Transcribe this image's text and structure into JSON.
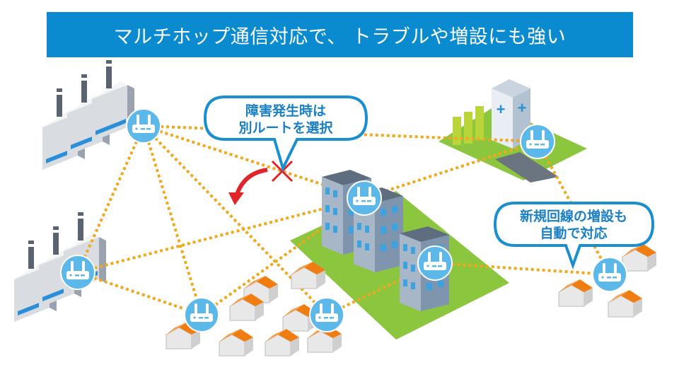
{
  "title": "マルチホップ通信対応で、 トラブルや増設にも強い",
  "callouts": {
    "failure": {
      "line1": "障害発生時は",
      "line2": "別ルートを選択"
    },
    "expansion": {
      "line1": "新規回線の増設も",
      "line2": "自動で対応"
    }
  },
  "colors": {
    "title_bg": "#0a8bd0",
    "link": "#f0a81c",
    "router": "#5bb8e8",
    "callout_border": "#1a8fd0",
    "failure_mark": "#e0242a",
    "roof": "#f07d12",
    "grass": "#8cc63f"
  }
}
